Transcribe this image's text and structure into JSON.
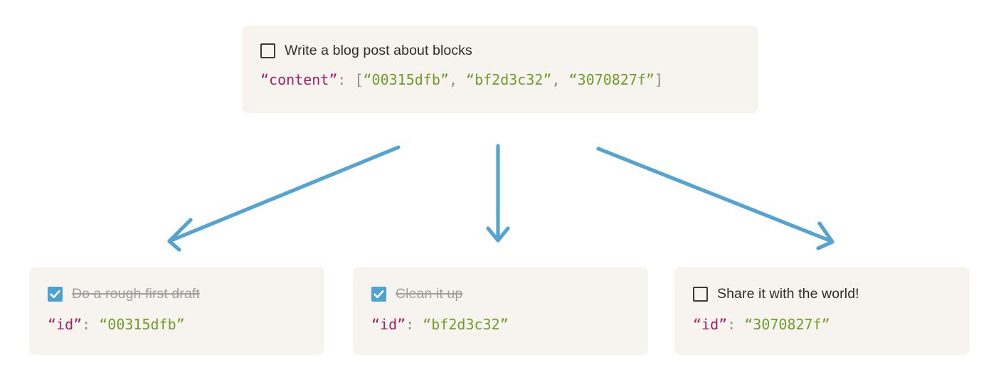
{
  "diagram": {
    "title_note": "Block reference diagram: parent todo block with content array referencing three child blocks",
    "colors": {
      "card_background": "#f7f4ef",
      "page_background": "#ffffff",
      "arrow": "#54a3d1",
      "checkbox_checked": "#4da3ce",
      "checkbox_unchecked_border": "#3b3a36",
      "json_key": "#a02263",
      "json_string": "#6f9b2c",
      "json_punctuation": "#8a8a88",
      "text_primary": "#2c2c2a",
      "text_completed": "#9e9e9c"
    }
  },
  "parent_block": {
    "checkbox_state": "unchecked",
    "checkbox_icon": "checkbox-empty-icon",
    "title": "Write a blog post about blocks",
    "json": {
      "key": "“content”",
      "colon": ":",
      "open_bracket": "[",
      "values": [
        "“00315dfb”",
        "“bf2d3c32”",
        "“3070827f”"
      ],
      "separator": ", ",
      "close_bracket": "]"
    }
  },
  "child_blocks": [
    {
      "checkbox_state": "checked",
      "checkbox_icon": "checkbox-checked-icon",
      "title": "Do a rough first draft",
      "completed": true,
      "json": {
        "key": "“id”",
        "colon": ":",
        "value": "“00315dfb”"
      }
    },
    {
      "checkbox_state": "checked",
      "checkbox_icon": "checkbox-checked-icon",
      "title": "Clean it up",
      "completed": true,
      "json": {
        "key": "“id”",
        "colon": ":",
        "value": "“bf2d3c32”"
      }
    },
    {
      "checkbox_state": "unchecked",
      "checkbox_icon": "checkbox-empty-icon",
      "title": "Share it with the world!",
      "completed": false,
      "json": {
        "key": "“id”",
        "colon": ":",
        "value": "“3070827f”"
      }
    }
  ],
  "arrows": [
    {
      "name": "arrow-to-first-child",
      "direction": "down-left"
    },
    {
      "name": "arrow-to-second-child",
      "direction": "down"
    },
    {
      "name": "arrow-to-third-child",
      "direction": "down-right"
    }
  ]
}
